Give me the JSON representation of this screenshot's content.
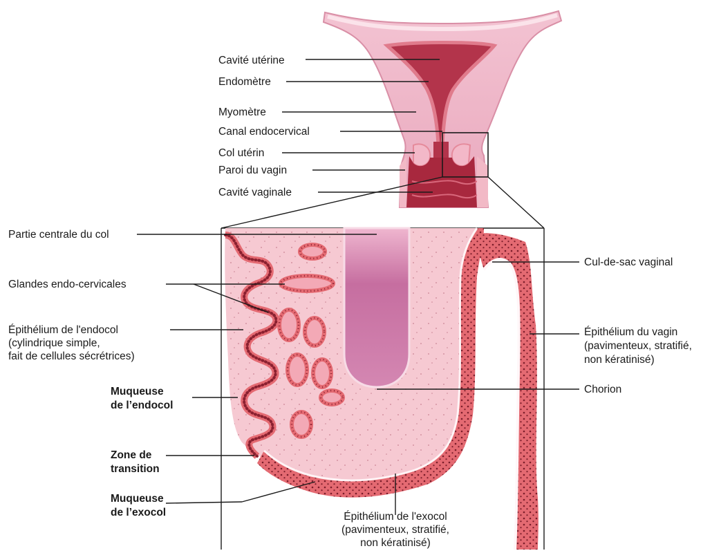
{
  "labels": {
    "uterus_cavity": "Cavité utérine",
    "endometrium": "Endomètre",
    "myometrium": "Myomètre",
    "endocervical_canal": "Canal endocervical",
    "cervix": "Col utérin",
    "vaginal_wall": "Paroi du vagin",
    "vaginal_cavity": "Cavité vaginale",
    "cervix_center": "Partie centrale du col",
    "endocervical_glands": "Glandes endo-cervicales",
    "endocol_epithelium_1": "Épithélium de l'endocol",
    "endocol_epithelium_2": "(cylindrique simple,",
    "endocol_epithelium_3": "fait de cellules sécrétrices)",
    "endocol_mucosa_1": "Muqueuse",
    "endocol_mucosa_2": "de l’endocol",
    "transition_zone_1": "Zone de",
    "transition_zone_2": "transition",
    "exocol_mucosa_1": "Muqueuse",
    "exocol_mucosa_2": "de l’exocol",
    "vaginal_fornix": "Cul-de-sac vaginal",
    "vagina_epithelium_1": "Épithélium du vagin",
    "vagina_epithelium_2": "(pavimenteux, stratifié,",
    "vagina_epithelium_3": "non kératinisé)",
    "chorion": "Chorion",
    "exocol_epithelium_1": "Épithélium de l'exocol",
    "exocol_epithelium_2": "(pavimenteux, stratifié,",
    "exocol_epithelium_3": "non kératinisé)"
  },
  "colors": {
    "tissue_light": "#f6c9d2",
    "tissue_mid": "#eeb0c0",
    "epithelium_red": "#e46a72",
    "cavity_dark": "#a8283e",
    "gland_pink": "#f3a9b6",
    "central_mauve": "#c56c9e",
    "leader_line": "#1a1a1a"
  }
}
